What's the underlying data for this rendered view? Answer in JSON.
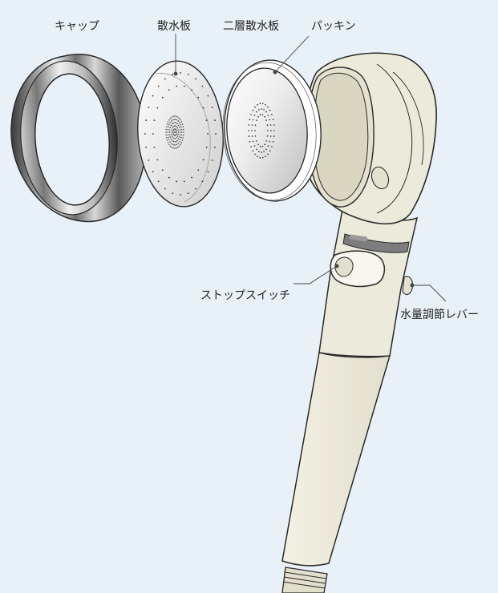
{
  "labels": {
    "cap": "キャップ",
    "spray_plate": "散水板",
    "double_spray_plate": "二層散水板",
    "packing": "パッキン",
    "stop_switch": "ストップスイッチ",
    "flow_lever": "水量調節レバー"
  },
  "colors": {
    "background": "#e9f1f8",
    "body": "#eceadb",
    "outline": "#2a2a2a",
    "ring_band": "#7d7d7d",
    "metal_dark": "#4a4a4a",
    "metal_light": "#e2e2e2"
  }
}
